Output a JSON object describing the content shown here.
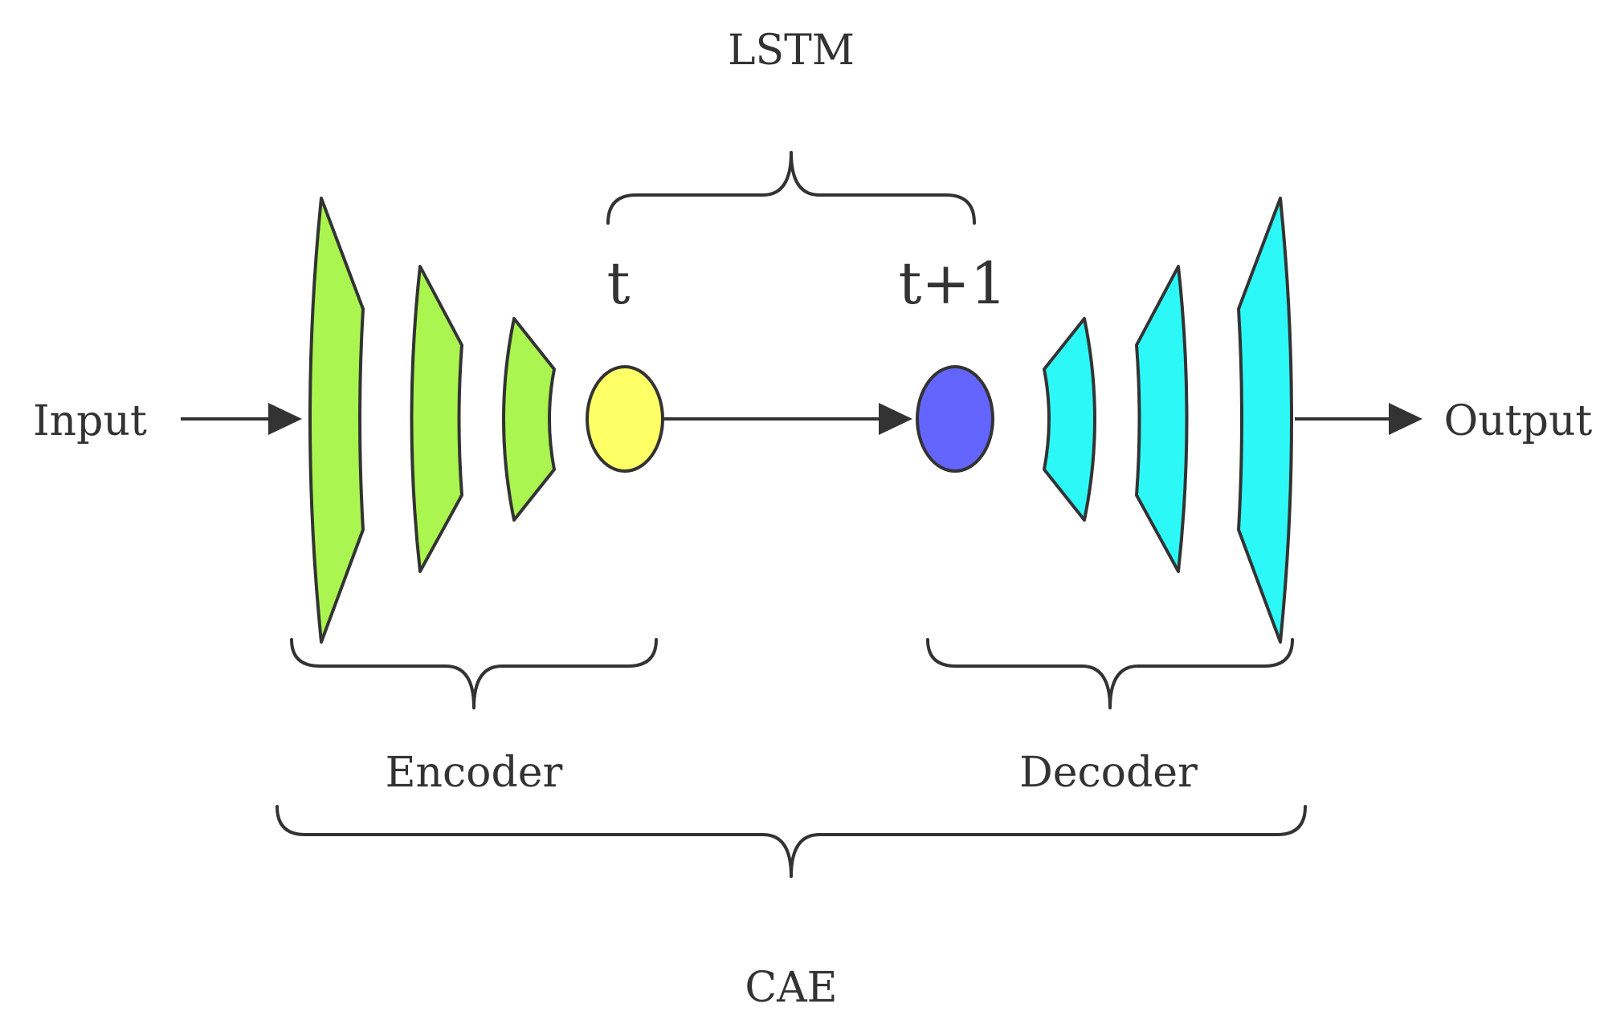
{
  "labels": {
    "input": "Input",
    "output": "Output",
    "lstm": "LSTM",
    "t": "t",
    "t_plus_1": "t+1",
    "encoder": "Encoder",
    "decoder": "Decoder",
    "cae": "CAE"
  },
  "colors": {
    "encoder": "#aaf54f",
    "decoder": "#2df8f8",
    "state_t": "#ffff66",
    "state_t1": "#6464ff",
    "stroke": "#333333"
  }
}
